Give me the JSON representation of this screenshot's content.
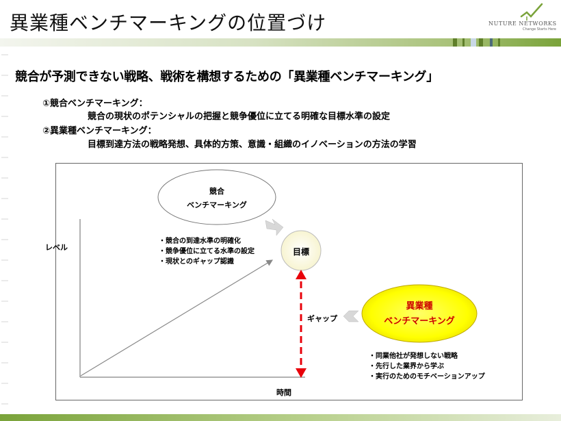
{
  "title": "異業種ベンチマーキングの位置づけ",
  "logo": {
    "wordmark": "NUTURE NETWORKS",
    "tagline": "Change Starts Here"
  },
  "heading": "競合が予測できない戦略、戦術を構想するための「異業種ベンチマーキング」",
  "definitions": [
    {
      "label": "①競合ベンチマーキング：",
      "description": "競合の現状のポテンシャルの把握と競争優位に立てる明確な目標水準の設定"
    },
    {
      "label": "②異業種ベンチマーキング：",
      "description": "目標到達方法の戦略発想、具体的方策、意識・組織のイノベーションの方法の学習"
    }
  ],
  "diagram": {
    "y_axis_label": "レベル",
    "x_axis_label": "時間",
    "competitor_ellipse": {
      "line1": "競合",
      "line2": "ベンチマーキング"
    },
    "competitor_points": [
      "・競合の到達水準の明確化",
      "・競争優位に立てる水準の設定",
      "・現状とのギャップ認識"
    ],
    "goal_label": "目標",
    "gap_label": "ギャップ",
    "cross_industry_ellipse": {
      "line1": "異業種",
      "line2": "ベンチマーキング"
    },
    "cross_industry_points": [
      "・同業他社が発想しない戦略",
      "・先行した業界から学ぶ",
      "・実行のためのモチベーションアップ"
    ]
  },
  "colors": {
    "accent_green": "#7aa33a",
    "gap_red": "#e8000a",
    "highlight_yellow": "#ffff00",
    "goal_fill": "#fffde0"
  }
}
